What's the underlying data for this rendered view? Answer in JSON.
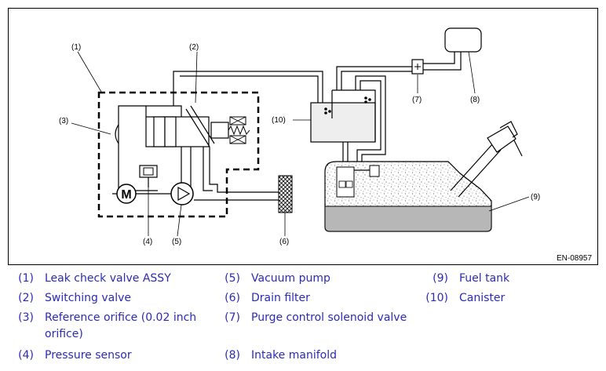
{
  "figure": {
    "code": "EN-08957",
    "callouts": [
      "(1)",
      "(2)",
      "(3)",
      "(4)",
      "(5)",
      "(6)",
      "(7)",
      "(8)",
      "(9)",
      "(10)"
    ],
    "pump_symbol": "M"
  },
  "legend": [
    {
      "num": "(1)",
      "text": "Leak check valve ASSY"
    },
    {
      "num": "(2)",
      "text": "Switching valve"
    },
    {
      "num": "(3)",
      "text": "Reference orifice (0.02 inch orifice)"
    },
    {
      "num": "(4)",
      "text": "Pressure sensor"
    },
    {
      "num": "(5)",
      "text": "Vacuum pump"
    },
    {
      "num": "(6)",
      "text": "Drain filter"
    },
    {
      "num": "(7)",
      "text": "Purge control solenoid valve"
    },
    {
      "num": "(8)",
      "text": "Intake manifold"
    },
    {
      "num": "(9)",
      "text": "Fuel tank"
    },
    {
      "num": "(10)",
      "text": "Canister"
    }
  ],
  "colors": {
    "legend_text": "#2b2bb5",
    "tank_fuel": "#b7b7b7",
    "canister_fill": "#eeeeee",
    "outline": "#000000"
  }
}
